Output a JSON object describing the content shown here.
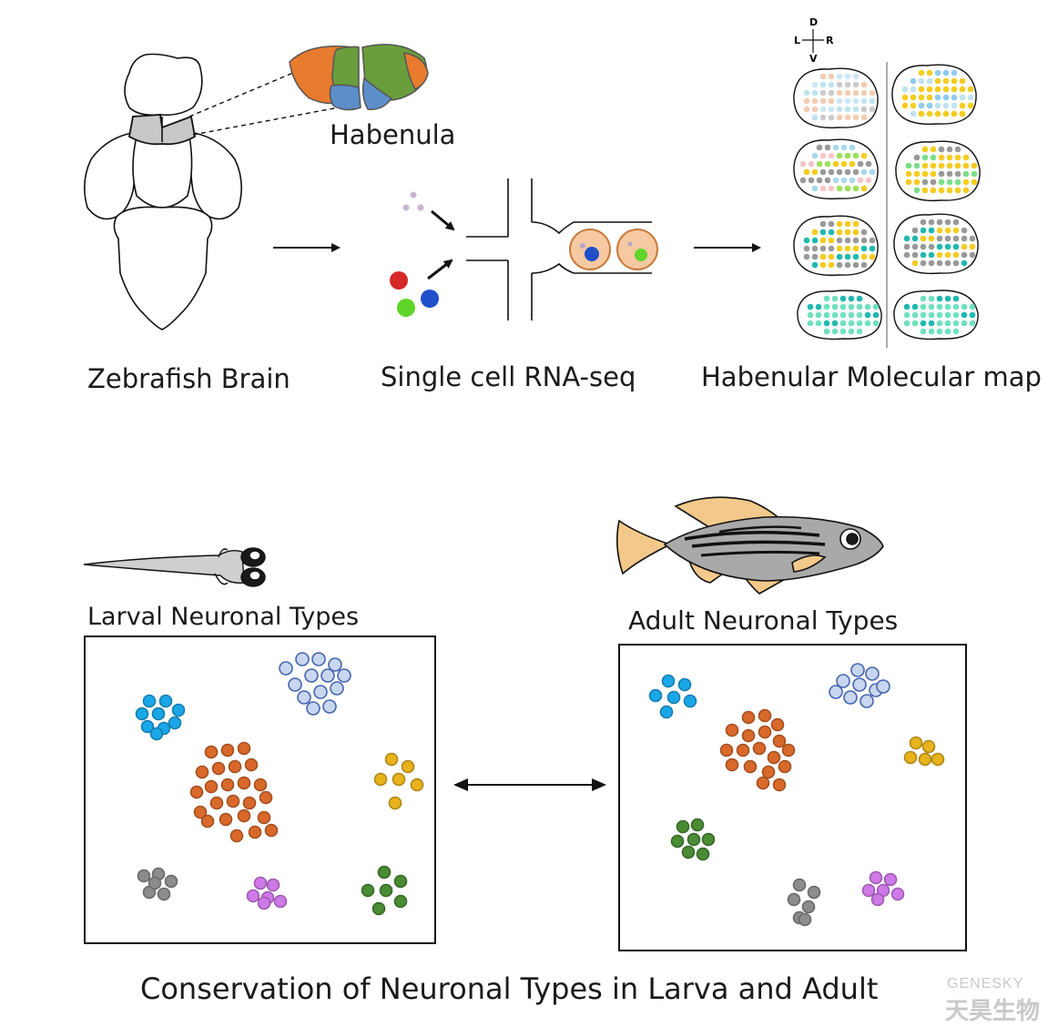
{
  "top": {
    "habenula_label": "Habenula",
    "brain_label": "Zebrafish Brain",
    "seq_label": "Single cell RNA-seq",
    "map_label": "Habenular Molecular map",
    "compass": {
      "d": "D",
      "v": "V",
      "l": "L",
      "r": "R"
    }
  },
  "bottom": {
    "larval_label": "Larval Neuronal Types",
    "adult_label": "Adult Neuronal Types",
    "caption": "Conservation of Neuronal Types in Larva and Adult"
  },
  "watermark": {
    "brand": "GENESKY",
    "cn": "天昊生物"
  },
  "colors": {
    "cyan": "#1aa7e8",
    "navy": "#4565b0",
    "orange": "#d9692a",
    "yellow": "#e7b21c",
    "gray": "#8c8c8c",
    "violet": "#cf79e8",
    "green": "#4a8b34",
    "hab_orange": "#e87b2e",
    "hab_green": "#6a9e3c",
    "hab_blue": "#5c8ec9",
    "fish_fin": "#f2c98a",
    "fish_body": "#a9a9a9"
  }
}
